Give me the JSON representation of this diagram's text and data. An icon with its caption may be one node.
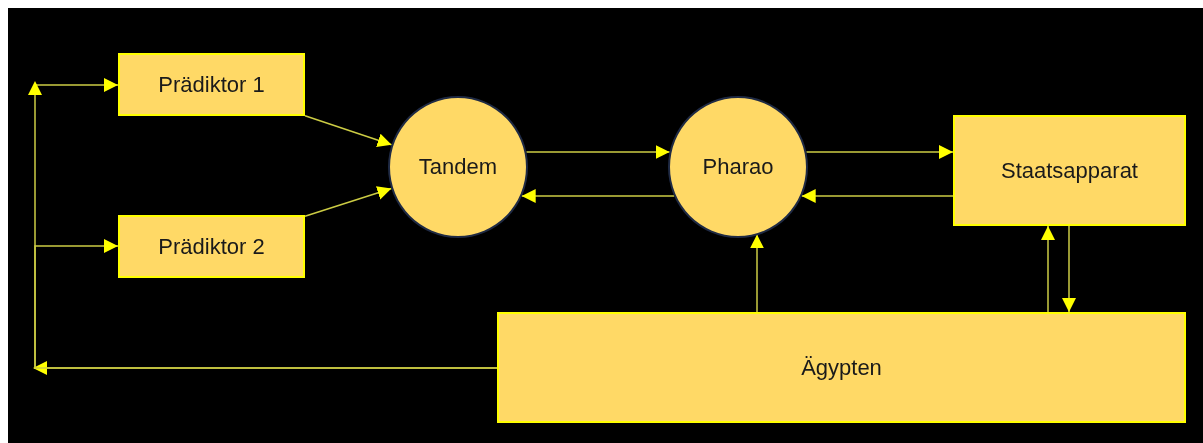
{
  "diagram": {
    "nodes": [
      {
        "text": [
          "Prädiktor 1"
        ]
      },
      {
        "text": [
          "Prädiktor 2"
        ]
      },
      {
        "text": [
          "Tandem"
        ]
      },
      {
        "text": [
          "Pharao"
        ]
      },
      {
        "text": [
          "Staatsapparat"
        ]
      },
      {
        "text": [
          "Ägypten"
        ]
      }
    ],
    "edges": [
      {
        "from": 5,
        "to": 0,
        "arrow": "to"
      },
      {
        "from": 5,
        "to": 1,
        "arrow": "to"
      },
      {
        "from": 0,
        "to": 2,
        "arrow": "to"
      },
      {
        "from": 1,
        "to": 2,
        "arrow": "to"
      },
      {
        "from": 2,
        "to": 3,
        "arrow": "to"
      },
      {
        "from": 3,
        "to": 2,
        "arrow": "to"
      },
      {
        "from": 3,
        "to": 4,
        "arrow": "to"
      },
      {
        "from": 4,
        "to": 3,
        "arrow": "to"
      },
      {
        "from": 5,
        "to": 3,
        "arrow": "to"
      },
      {
        "from": 5,
        "to": 4,
        "arrow": "to"
      },
      {
        "from": 4,
        "to": 5,
        "arrow": "to"
      }
    ]
  }
}
